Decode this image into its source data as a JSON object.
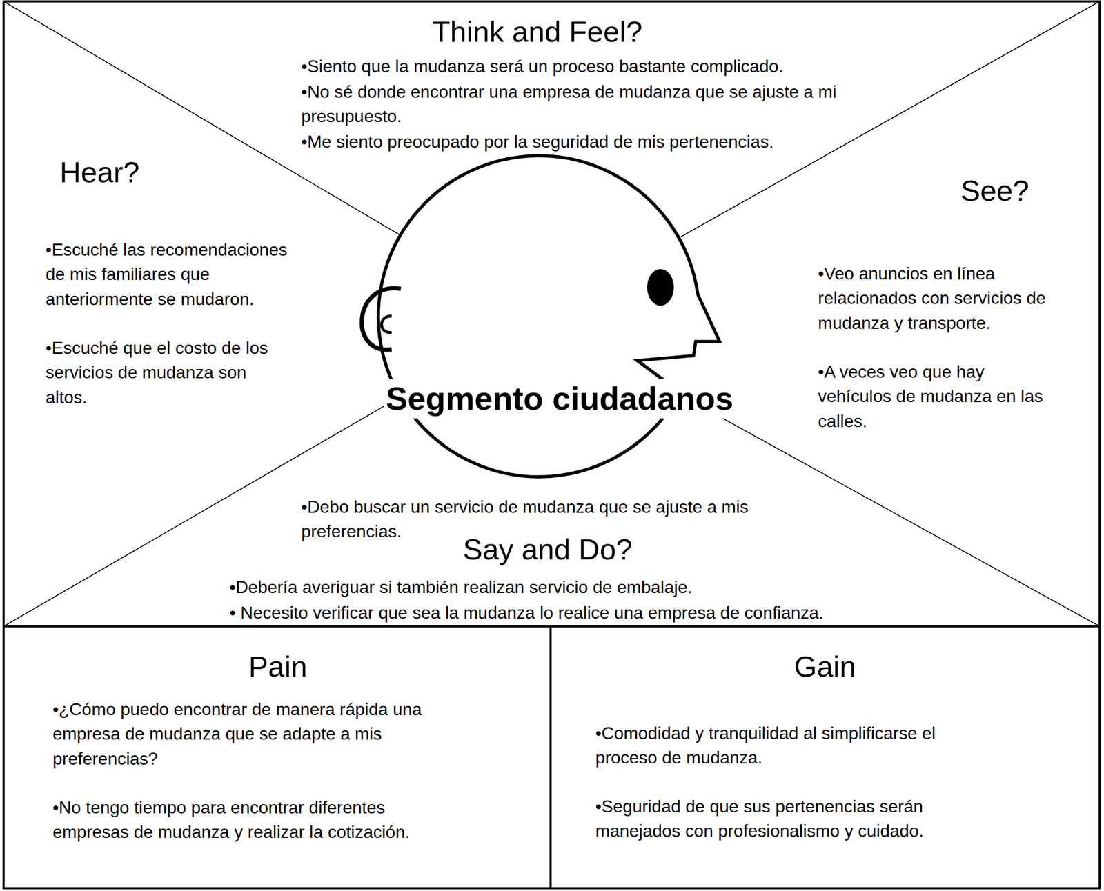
{
  "diagram": {
    "nodes": [
      {
        "text": [
          "Think and Feel?",
          "•Siento que la mudanza será un proceso bastante complicado.",
          "•No sé donde encontrar una empresa de mudanza que se ajuste a mi presupuesto.",
          "•Me siento preocupado por la seguridad de mis pertenencias."
        ]
      },
      {
        "text": [
          "Hear?",
          "•Escuché las recomendaciones de mis familiares que anteriormente se mudaron.",
          "•Escuché que el costo de los servicios de mudanza son altos."
        ]
      },
      {
        "text": [
          "Segmento ciudadanos"
        ]
      },
      {
        "text": [
          "See?",
          "•Veo anuncios en línea relacionados con servicios de mudanza y transporte.",
          "•A veces veo que hay vehículos de mudanza en las calles."
        ]
      },
      {
        "text": [
          "•Debo buscar un servicio de mudanza que se ajuste a mis preferencias.",
          "Say and Do?",
          "•Debería averiguar si también realizan servicio de embalaje.",
          "• Necesito verificar que sea la mudanza lo realice una empresa de confianza."
        ]
      },
      {
        "text": [
          "Pain",
          "•¿Cómo puedo encontrar de manera rápida una empresa de mudanza que se adapte a mis preferencias?",
          "•No tengo tiempo para encontrar diferentes empresas de mudanza y realizar la cotización."
        ]
      },
      {
        "text": [
          "Gain",
          "•Comodidad y tranquilidad al simplificarse el proceso de mudanza.",
          "•Seguridad de que sus pertenencias serán manejados con profesionalismo y cuidado."
        ]
      }
    ]
  }
}
